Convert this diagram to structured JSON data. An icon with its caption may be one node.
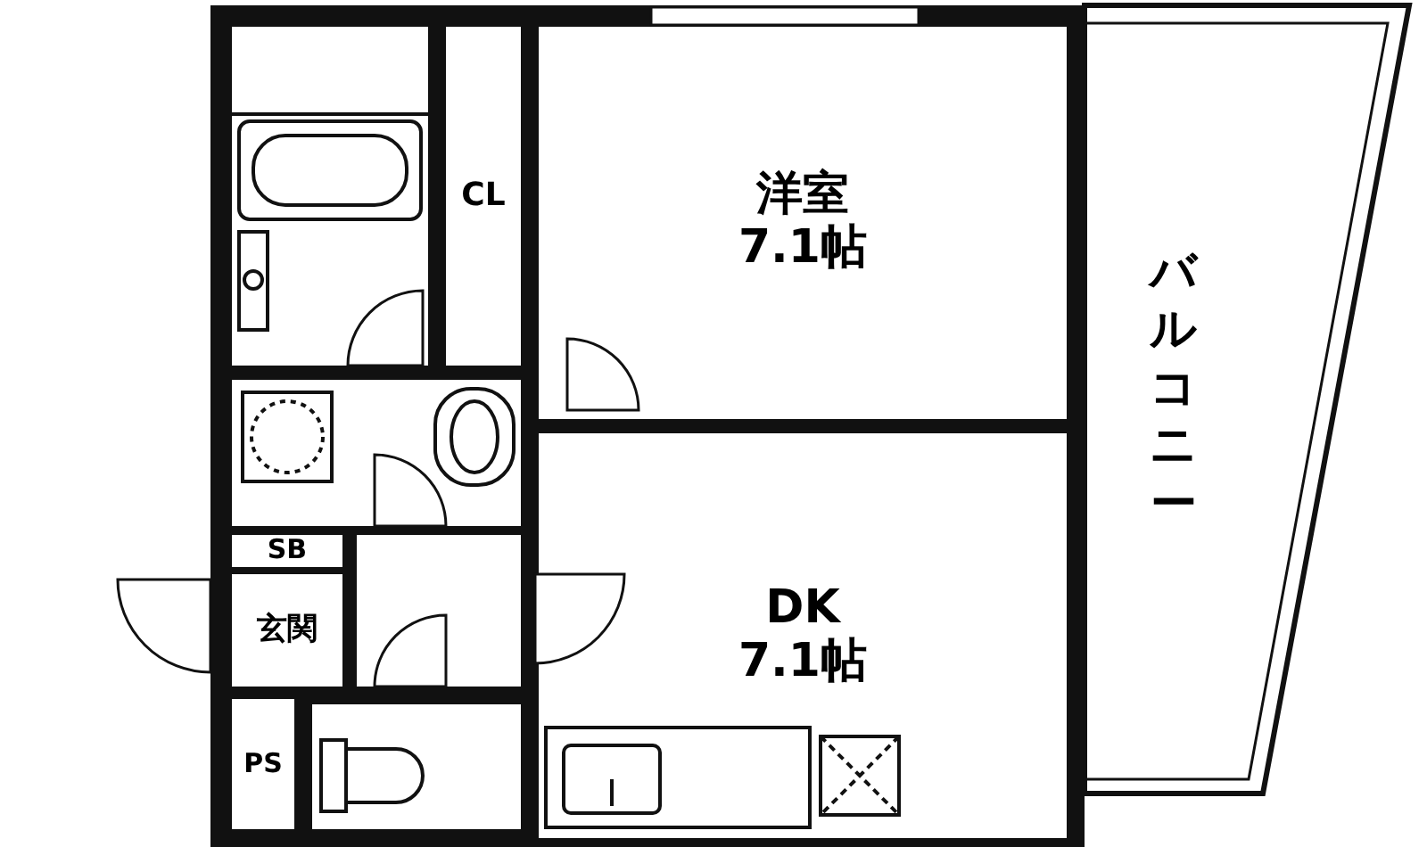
{
  "diagram": {
    "nodes": [
      {
        "text": [
          "洋室",
          "7.1帖"
        ]
      },
      {
        "text": [
          "CL"
        ]
      },
      {
        "text": [
          "バルコニー"
        ]
      },
      {
        "text": [
          "DK",
          "7.1帖"
        ]
      },
      {
        "text": [
          "SB"
        ]
      },
      {
        "text": [
          "玄関"
        ]
      },
      {
        "text": [
          "PS"
        ]
      }
    ],
    "edges": []
  }
}
